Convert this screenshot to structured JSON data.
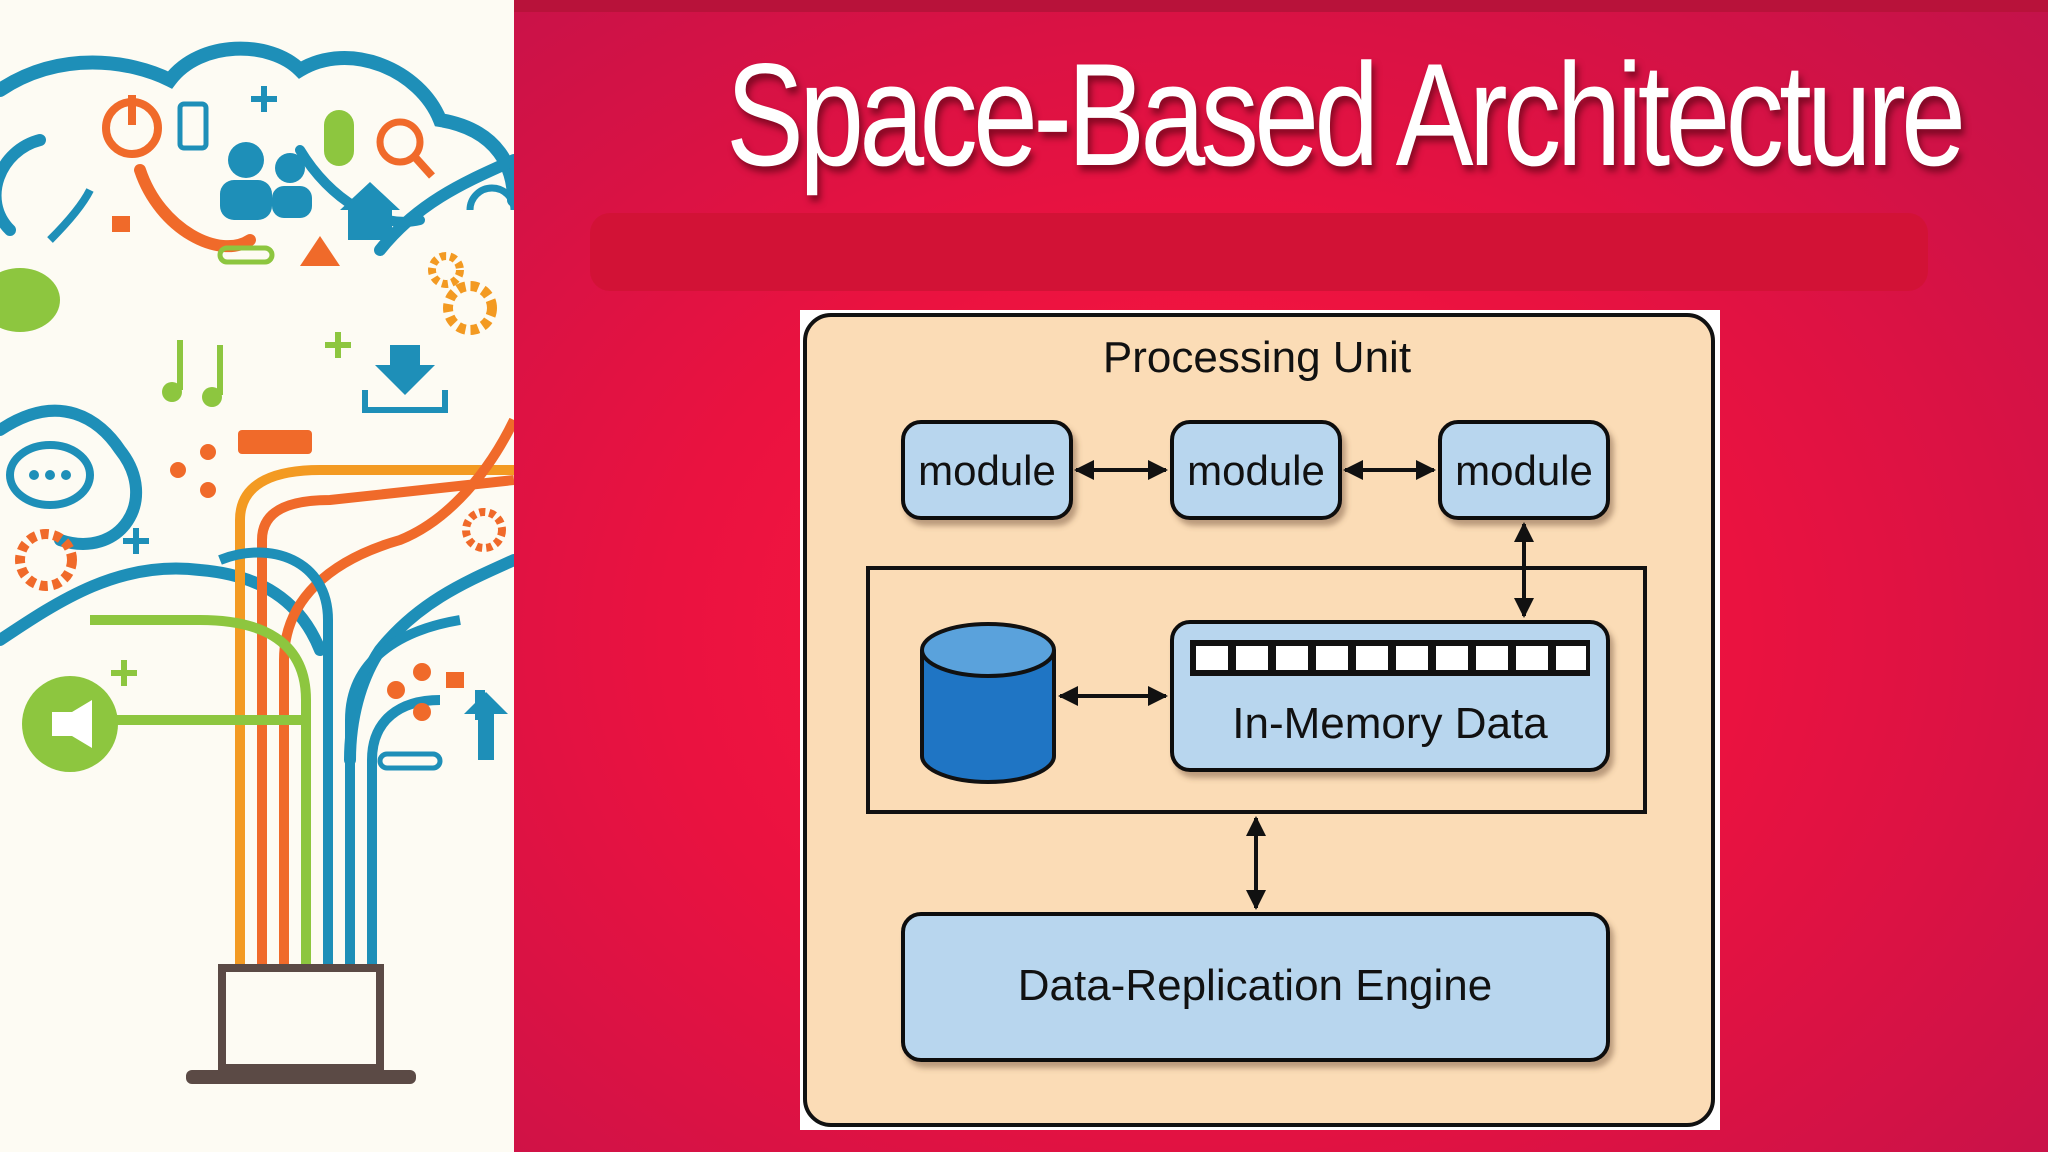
{
  "slide": {
    "title": "Space-Based Architecture",
    "colors": {
      "background_red": "#e8163e",
      "diagram_fill": "#fbdcb6",
      "box_fill": "#b8d6ee",
      "database_blue": "#1f75c4"
    }
  },
  "illustration": {
    "icons": [
      "power-icon",
      "phone-icon",
      "mouse-icon",
      "users-icon",
      "search-icon",
      "home-icon",
      "satellite-dish-icon",
      "music-note-icon",
      "chat-bubble-icon",
      "gear-icon",
      "download-icon",
      "keyboard-icon",
      "share-icon",
      "lock-icon",
      "megaphone-icon",
      "laptop-icon",
      "link-icon",
      "warning-icon",
      "arrow-up-icon",
      "headphones-icon"
    ]
  },
  "diagram": {
    "container_label": "Processing Unit",
    "modules": [
      "module",
      "module",
      "module"
    ],
    "in_memory_label": "In-Memory Data",
    "engine_label": "Data-Replication Engine"
  }
}
